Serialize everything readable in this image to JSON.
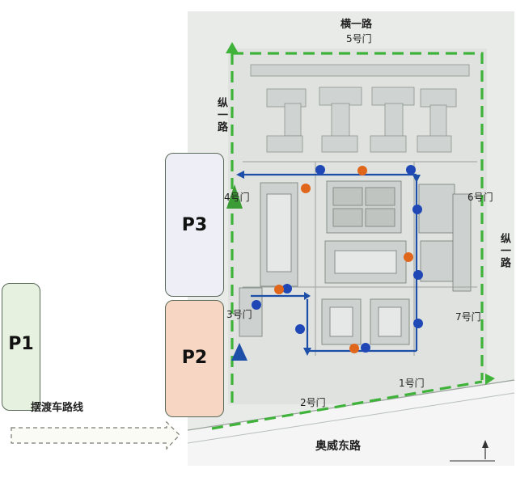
{
  "roads": {
    "north": "横一路",
    "west": "纵一路",
    "east": "纵一路",
    "south": "奥威东路"
  },
  "gates": {
    "g1": "1号门",
    "g2": "2号门",
    "g3": "3号门",
    "g4": "4号门",
    "g5": "5号门",
    "g6": "6号门",
    "g7": "7号门"
  },
  "parking": {
    "p1": "P1",
    "p2": "P2",
    "p3": "P3"
  },
  "shuttle": {
    "label": "摆渡车路线"
  },
  "colors": {
    "outer_route": "#3fb23a",
    "inner_route": "#1e4fa8",
    "marker_blue": "#1f47b5",
    "marker_orange": "#e0661c",
    "p1_fill": "#e6f1df",
    "p2_fill": "#f7d6c3",
    "p3_fill": "#eeeff6"
  },
  "icons": {
    "entry_arrow_green": "green-triangle-icon",
    "entry_arrow_blue": "blue-triangle-icon",
    "north_arrow": "north-arrow-icon"
  }
}
